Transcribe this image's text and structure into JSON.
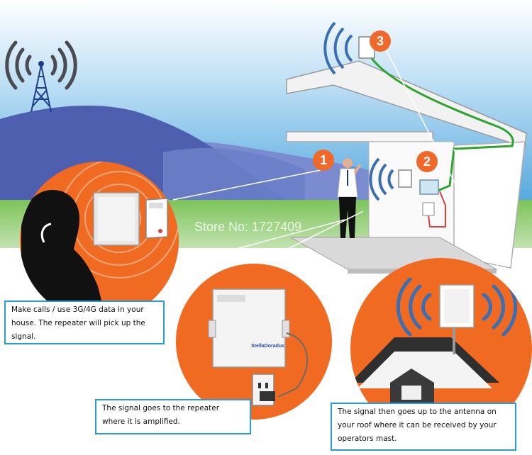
{
  "steps": [
    {
      "number": "1",
      "caption": "Make calls / use 3G/4G data in your house. The repeater will pick up the signal."
    },
    {
      "number": "2",
      "caption": "The signal goes to the repeater where it is amplified."
    },
    {
      "number": "3",
      "caption": "The signal then goes up to the antenna on your roof where it can be received by your operators mast."
    }
  ],
  "watermark": "Store No: 1727409",
  "device_brand": "StellaDoradus",
  "colors": {
    "sky": "#3a9ad8",
    "mountain": "#4f5fb0",
    "grass": "#62b24c",
    "circle_orange": "#f06a22",
    "badge_orange": "#ef6a2a",
    "cable_green": "#2fa32f",
    "caption_border": "#2b9bd6",
    "signal_blue": "#3b6fb3"
  },
  "icons": [
    "cell-tower-icon",
    "phone-user-silhouette",
    "indoor-antenna-icon",
    "repeater-unit-icon",
    "outdoor-antenna-icon",
    "signal-waves-icon",
    "power-outlet-icon",
    "house-icon"
  ]
}
